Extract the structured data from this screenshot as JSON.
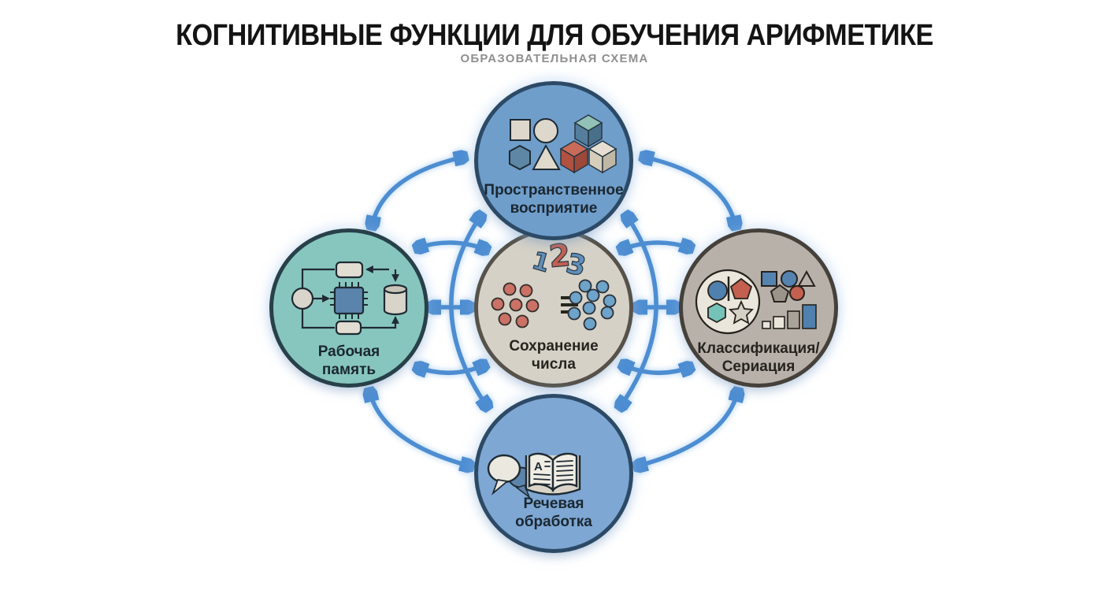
{
  "header": {
    "title": "КОГНИТИВНЫЕ ФУНКЦИИ ДЛЯ ОБУЧЕНИЯ АРИФМЕТИКЕ",
    "subtitle": "ОБРАЗОВАТЕЛЬНАЯ СХЕМА"
  },
  "nodes": [
    {
      "id": "spatial-perception",
      "label_line1": "Пространственное",
      "label_line2": "восприятие",
      "fill": "#6f9ecb",
      "border": "#2c4a66",
      "icon": "geometric-shapes-and-cubes"
    },
    {
      "id": "working-memory",
      "label_line1": "Рабочая",
      "label_line2": "память",
      "fill": "#87c6be",
      "border": "#274049",
      "icon": "memory-flowchart"
    },
    {
      "id": "number-conservation",
      "label_line1": "Сохранение",
      "label_line2": "числа",
      "fill": "#d5d1c7",
      "border": "#56524a",
      "icon": "digits-and-dot-sets",
      "digits": [
        "1",
        "2",
        "3"
      ],
      "red_dot_count": 7,
      "blue_dot_count": 9
    },
    {
      "id": "classification-seriation",
      "label_line1": "Классификация/",
      "label_line2": "Сериация",
      "fill": "#b7b1a9",
      "border": "#45403a",
      "icon": "sorted-shapes-and-size-bars"
    },
    {
      "id": "speech-processing",
      "label_line1": "Речевая",
      "label_line2": "обработка",
      "fill": "#7ea7d3",
      "border": "#2c4a66",
      "icon": "speech-bubbles-and-book",
      "book_letter": "A"
    }
  ],
  "arrows": {
    "color": "#4d8dd1",
    "style": "double-headed",
    "count": 12
  }
}
